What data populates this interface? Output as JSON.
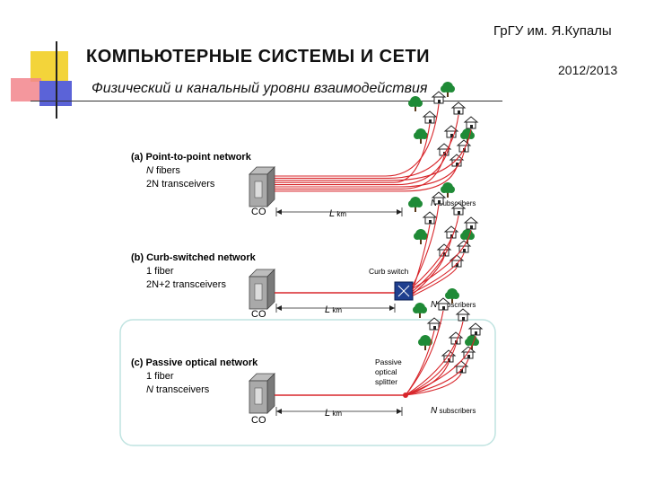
{
  "header": {
    "org": "ГрГУ им. Я.Купалы",
    "year": "2012/2013",
    "title": "КОМПЬЮТЕРНЫЕ СИСТЕМЫ  И СЕТИ",
    "subtitle": "Физический и канальный уровни взаимодействия"
  },
  "panels": [
    {
      "title": "(a) Point-to-point network",
      "line1_var": "N",
      "line1_rest": " fibers",
      "line2_var": "2N",
      "line2_rest": " transceivers",
      "co_label": "CO",
      "distance_var": "L",
      "distance_unit": " km",
      "subscribers_var": "N",
      "subscribers_rest": " subscribers"
    },
    {
      "title": "(b) Curb-switched network",
      "line1_var": "",
      "line1_rest": "1 fiber",
      "line2_var": "2N",
      "line2_rest": "+2 transceivers",
      "co_label": "CO",
      "distance_var": "L",
      "distance_unit": " km",
      "subscribers_var": "N",
      "subscribers_rest": " subscribers",
      "device_label": "Curb switch"
    },
    {
      "title": "(c) Passive optical network",
      "line1_var": "",
      "line1_rest": "1 fiber",
      "line2_var": "N",
      "line2_rest": " transceivers",
      "co_label": "CO",
      "distance_var": "L",
      "distance_unit": " km",
      "subscribers_var": "N",
      "subscribers_rest": " subscribers",
      "device_label_lines": [
        "Passive",
        "optical",
        "splitter"
      ]
    }
  ],
  "colors": {
    "fiber": "#d8262b",
    "deco_yellow": "#f3d43a",
    "deco_red": "#f2858c",
    "deco_blue": "#5b63d8",
    "highlight_border": "#bfe3e0",
    "switch_fill": "#1f3f8f",
    "tree": "#1f8a36"
  }
}
